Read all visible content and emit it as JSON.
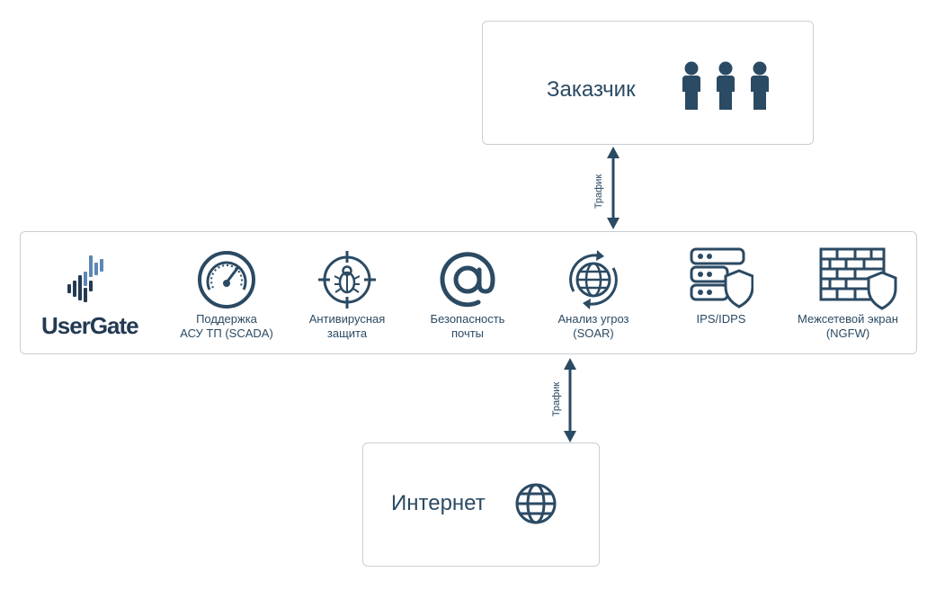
{
  "customer": {
    "title": "Заказчик",
    "icon": "users-icon"
  },
  "internet": {
    "title": "Интернет",
    "icon": "globe-icon"
  },
  "traffic": {
    "top_label": "Трафик",
    "bottom_label": "Трафик"
  },
  "logo": {
    "text": "UserGate"
  },
  "services": [
    {
      "line1": "Поддержка",
      "line2": "АСУ ТП (SCADA)",
      "icon": "gauge-icon"
    },
    {
      "line1": "Антивирусная",
      "line2": "защита",
      "icon": "bug-target-icon"
    },
    {
      "line1": "Безопасность",
      "line2": "почты",
      "icon": "at-sign-icon"
    },
    {
      "line1": "Анализ угроз",
      "line2": "(SOAR)",
      "icon": "globe-cycle-icon"
    },
    {
      "line1": "IPS/IDPS",
      "line2": "",
      "icon": "server-shield-icon"
    },
    {
      "line1": "Межсетевой экран",
      "line2": "(NGFW)",
      "icon": "firewall-icon"
    }
  ],
  "colors": {
    "primary": "#2b4a63",
    "accent": "#5b87b5",
    "border": "#c9ced3"
  }
}
